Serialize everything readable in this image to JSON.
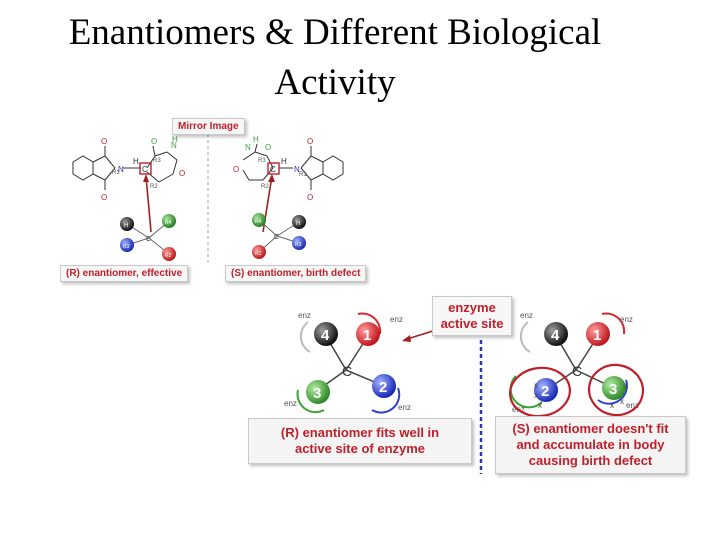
{
  "slide": {
    "title_line1": "Enantiomers & Different Biological",
    "title_line2": "Activity"
  },
  "top_figure": {
    "mirror_label": "Mirror Image",
    "left_caption": "(R) enantiomer, effective",
    "right_caption": "(S) enantiomer, birth defect",
    "atoms": {
      "h": "H",
      "n": "N",
      "o": "O",
      "c": "C",
      "r1": "R1",
      "r2": "R2",
      "r3": "R3",
      "r4": "R4"
    }
  },
  "bottom_figure": {
    "enzyme_label_line1": "enzyme",
    "enzyme_label_line2": "active site",
    "left_caption_line1": "(R) enantiomer fits well in",
    "left_caption_line2": "active site of enzyme",
    "right_caption_line1": "(S) enantiomer doesn't fit",
    "right_caption_line2": "and accumulate in body",
    "right_caption_line3": "causing birth defect",
    "site_label": "enz",
    "center_atom": "C",
    "mark": "x",
    "numbers": {
      "n1": "1",
      "n2": "2",
      "n3": "3",
      "n4": "4"
    }
  },
  "colors": {
    "ring_black": "#222222",
    "ring_red": "#d8262e",
    "ring_green": "#3aa336",
    "ring_blue": "#2f3fd1",
    "highlight_red": "#c0202a",
    "divider_blue": "#2a3a9e"
  }
}
